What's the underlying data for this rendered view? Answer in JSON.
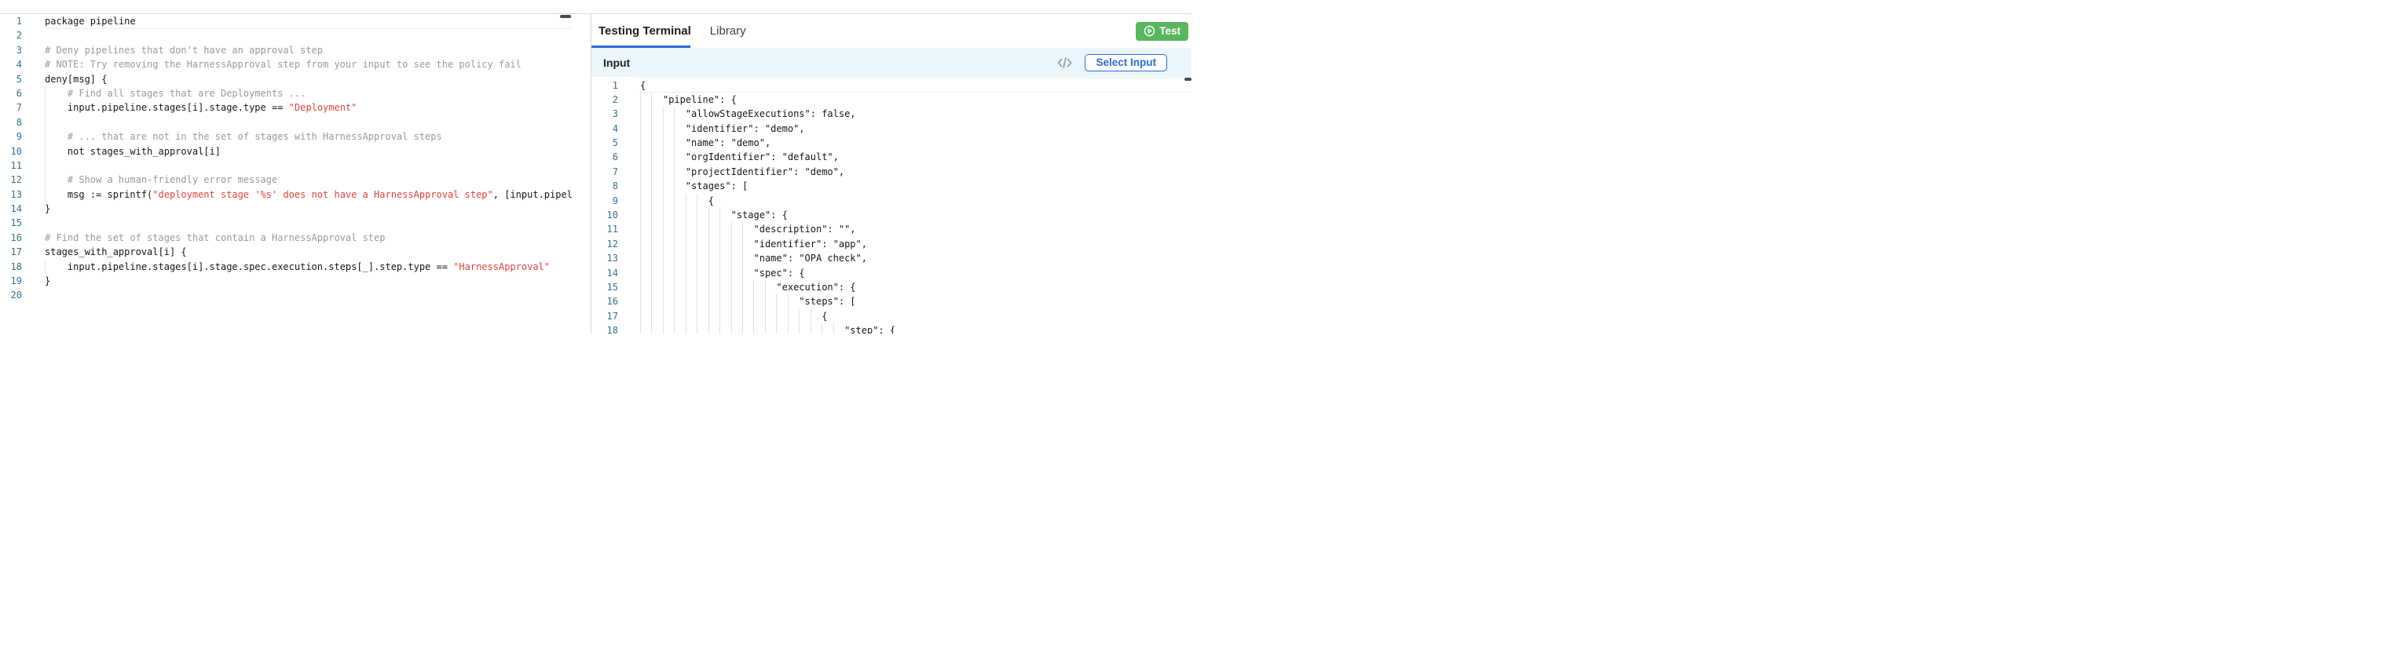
{
  "colors": {
    "accent_blue": "#2c6bce",
    "success_green": "#58b65c",
    "string_red": "#e0443a",
    "comment_gray": "#999999",
    "line_number_blue": "#35718f",
    "input_bar_bg": "#ebf6fc",
    "border_gray": "#d8d9dd"
  },
  "tabs": {
    "testing_terminal": "Testing Terminal",
    "library": "Library"
  },
  "test_button": {
    "label": "Test"
  },
  "input_bar": {
    "label": "Input",
    "select_label": "Select Input"
  },
  "left_editor": {
    "language": "rego",
    "lines": [
      {
        "n": 1,
        "gn": 0,
        "seg": [
          [
            "c",
            "package pipeline"
          ]
        ]
      },
      {
        "n": 2,
        "gn": 0,
        "seg": []
      },
      {
        "n": 3,
        "gn": 0,
        "seg": [
          [
            "m",
            "# Deny pipelines that don't have an approval step"
          ]
        ]
      },
      {
        "n": 4,
        "gn": 0,
        "seg": [
          [
            "m",
            "# NOTE: Try removing the HarnessApproval step from your input to see the policy fail"
          ]
        ]
      },
      {
        "n": 5,
        "gn": 0,
        "seg": [
          [
            "c",
            "deny[msg] {"
          ]
        ]
      },
      {
        "n": 6,
        "gn": 1,
        "seg": [
          [
            "m",
            "    # Find all stages that are Deployments ..."
          ]
        ]
      },
      {
        "n": 7,
        "gn": 1,
        "seg": [
          [
            "c",
            "    input.pipeline.stages[i].stage.type == "
          ],
          [
            "s",
            "\"Deployment\""
          ]
        ]
      },
      {
        "n": 8,
        "gn": 1,
        "seg": []
      },
      {
        "n": 9,
        "gn": 1,
        "seg": [
          [
            "m",
            "    # ... that are not in the set of stages with HarnessApproval steps"
          ]
        ]
      },
      {
        "n": 10,
        "gn": 1,
        "seg": [
          [
            "c",
            "    not stages_with_approval[i]"
          ]
        ]
      },
      {
        "n": 11,
        "gn": 1,
        "seg": []
      },
      {
        "n": 12,
        "gn": 1,
        "seg": [
          [
            "m",
            "    # Show a human-friendly error message"
          ]
        ]
      },
      {
        "n": 13,
        "gn": 1,
        "seg": [
          [
            "c",
            "    msg := sprintf("
          ],
          [
            "s",
            "\"deployment stage '%s' does not have a HarnessApproval step\""
          ],
          [
            "c",
            ", [input.pipel"
          ]
        ]
      },
      {
        "n": 14,
        "gn": 0,
        "seg": [
          [
            "c",
            "}"
          ]
        ]
      },
      {
        "n": 15,
        "gn": 0,
        "seg": []
      },
      {
        "n": 16,
        "gn": 0,
        "seg": [
          [
            "m",
            "# Find the set of stages that contain a HarnessApproval step"
          ]
        ]
      },
      {
        "n": 17,
        "gn": 0,
        "seg": [
          [
            "c",
            "stages_with_approval[i] {"
          ]
        ]
      },
      {
        "n": 18,
        "gn": 1,
        "seg": [
          [
            "c",
            "    input.pipeline.stages[i].stage.spec.execution.steps[_].step.type == "
          ],
          [
            "s",
            "\"HarnessApproval\""
          ]
        ]
      },
      {
        "n": 19,
        "gn": 0,
        "seg": [
          [
            "c",
            "}"
          ]
        ]
      },
      {
        "n": 20,
        "gn": 0,
        "seg": []
      }
    ]
  },
  "right_editor": {
    "language": "json",
    "lines": [
      {
        "n": 1,
        "gn": 0,
        "seg": [
          [
            "c",
            "{"
          ]
        ]
      },
      {
        "n": 2,
        "gn": 2,
        "seg": [
          [
            "c",
            "    \"pipeline\": {"
          ]
        ]
      },
      {
        "n": 3,
        "gn": 4,
        "seg": [
          [
            "c",
            "        \"allowStageExecutions\": false,"
          ]
        ]
      },
      {
        "n": 4,
        "gn": 4,
        "seg": [
          [
            "c",
            "        \"identifier\": \"demo\","
          ]
        ]
      },
      {
        "n": 5,
        "gn": 4,
        "seg": [
          [
            "c",
            "        \"name\": \"demo\","
          ]
        ]
      },
      {
        "n": 6,
        "gn": 4,
        "seg": [
          [
            "c",
            "        \"orgIdentifier\": \"default\","
          ]
        ]
      },
      {
        "n": 7,
        "gn": 4,
        "seg": [
          [
            "c",
            "        \"projectIdentifier\": \"demo\","
          ]
        ]
      },
      {
        "n": 8,
        "gn": 4,
        "seg": [
          [
            "c",
            "        \"stages\": ["
          ]
        ]
      },
      {
        "n": 9,
        "gn": 6,
        "seg": [
          [
            "c",
            "            {"
          ]
        ]
      },
      {
        "n": 10,
        "gn": 8,
        "seg": [
          [
            "c",
            "                \"stage\": {"
          ]
        ]
      },
      {
        "n": 11,
        "gn": 10,
        "seg": [
          [
            "c",
            "                    \"description\": \"\","
          ]
        ]
      },
      {
        "n": 12,
        "gn": 10,
        "seg": [
          [
            "c",
            "                    \"identifier\": \"app\","
          ]
        ]
      },
      {
        "n": 13,
        "gn": 10,
        "seg": [
          [
            "c",
            "                    \"name\": \"OPA check\","
          ]
        ]
      },
      {
        "n": 14,
        "gn": 10,
        "seg": [
          [
            "c",
            "                    \"spec\": {"
          ]
        ]
      },
      {
        "n": 15,
        "gn": 12,
        "seg": [
          [
            "c",
            "                        \"execution\": {"
          ]
        ]
      },
      {
        "n": 16,
        "gn": 14,
        "seg": [
          [
            "c",
            "                            \"steps\": ["
          ]
        ]
      },
      {
        "n": 17,
        "gn": 16,
        "seg": [
          [
            "c",
            "                                {"
          ]
        ]
      },
      {
        "n": 18,
        "gn": 18,
        "seg": [
          [
            "c",
            "                                    \"step\": {"
          ]
        ]
      }
    ]
  }
}
